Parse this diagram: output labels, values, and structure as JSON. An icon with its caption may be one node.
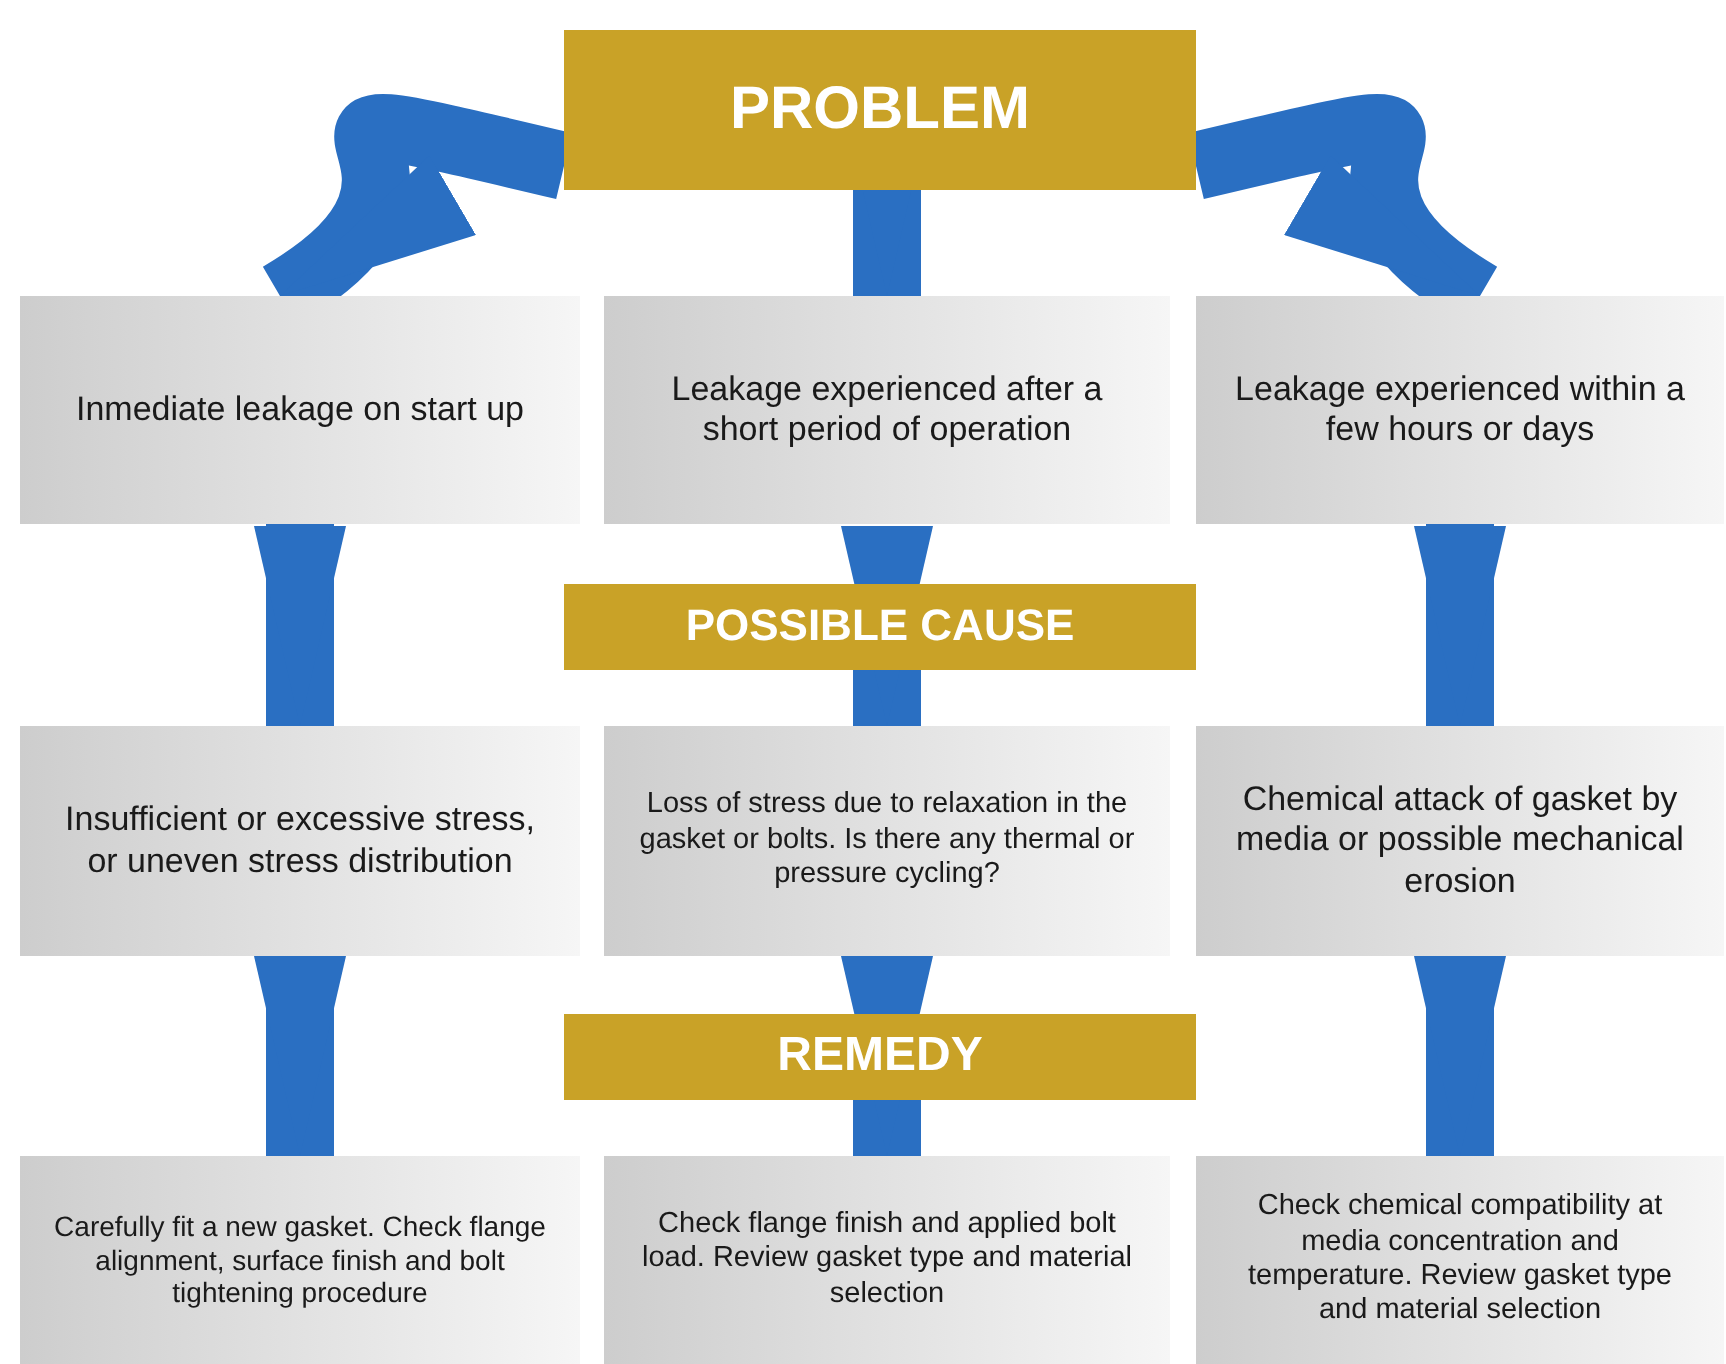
{
  "diagram": {
    "nodes": [
      {
        "text": [
          "PROBLEM"
        ]
      },
      {
        "text": [
          "Inmediate leakage on start up"
        ]
      },
      {
        "text": [
          "Leakage experienced after a short period of operation"
        ]
      },
      {
        "text": [
          "Leakage experienced within a few hours or days"
        ]
      },
      {
        "text": [
          "POSSIBLE CAUSE"
        ]
      },
      {
        "text": [
          "Insufficient or excessive stress, or uneven stress distribution"
        ]
      },
      {
        "text": [
          "Loss of stress due to relaxation in the gasket or bolts. Is there any thermal or pressure cycling?"
        ]
      },
      {
        "text": [
          "Chemical attack of gasket by media or possible mechanical erosion"
        ]
      },
      {
        "text": [
          "REMEDY"
        ]
      },
      {
        "text": [
          "Carefully fit a new gasket. Check flange alignment, surface finish and bolt tightening procedure"
        ]
      },
      {
        "text": [
          "Check flange finish and applied bolt load. Review gasket type and material selection"
        ]
      },
      {
        "text": [
          "Check chemical compatibility at media concentration and temperature. Review gasket type and material selection"
        ]
      }
    ],
    "edges": [
      {
        "from": 0,
        "to": 1,
        "arrow": "to"
      },
      {
        "from": 0,
        "to": 2,
        "arrow": "to"
      },
      {
        "from": 0,
        "to": 3,
        "arrow": "to"
      },
      {
        "from": 1,
        "to": 5,
        "arrow": "to"
      },
      {
        "from": 4,
        "to": 6,
        "arrow": "to"
      },
      {
        "from": 3,
        "to": 7,
        "arrow": "to"
      },
      {
        "from": 5,
        "to": 9,
        "arrow": "to"
      },
      {
        "from": 8,
        "to": 10,
        "arrow": "to"
      },
      {
        "from": 7,
        "to": 11,
        "arrow": "to"
      }
    ]
  }
}
